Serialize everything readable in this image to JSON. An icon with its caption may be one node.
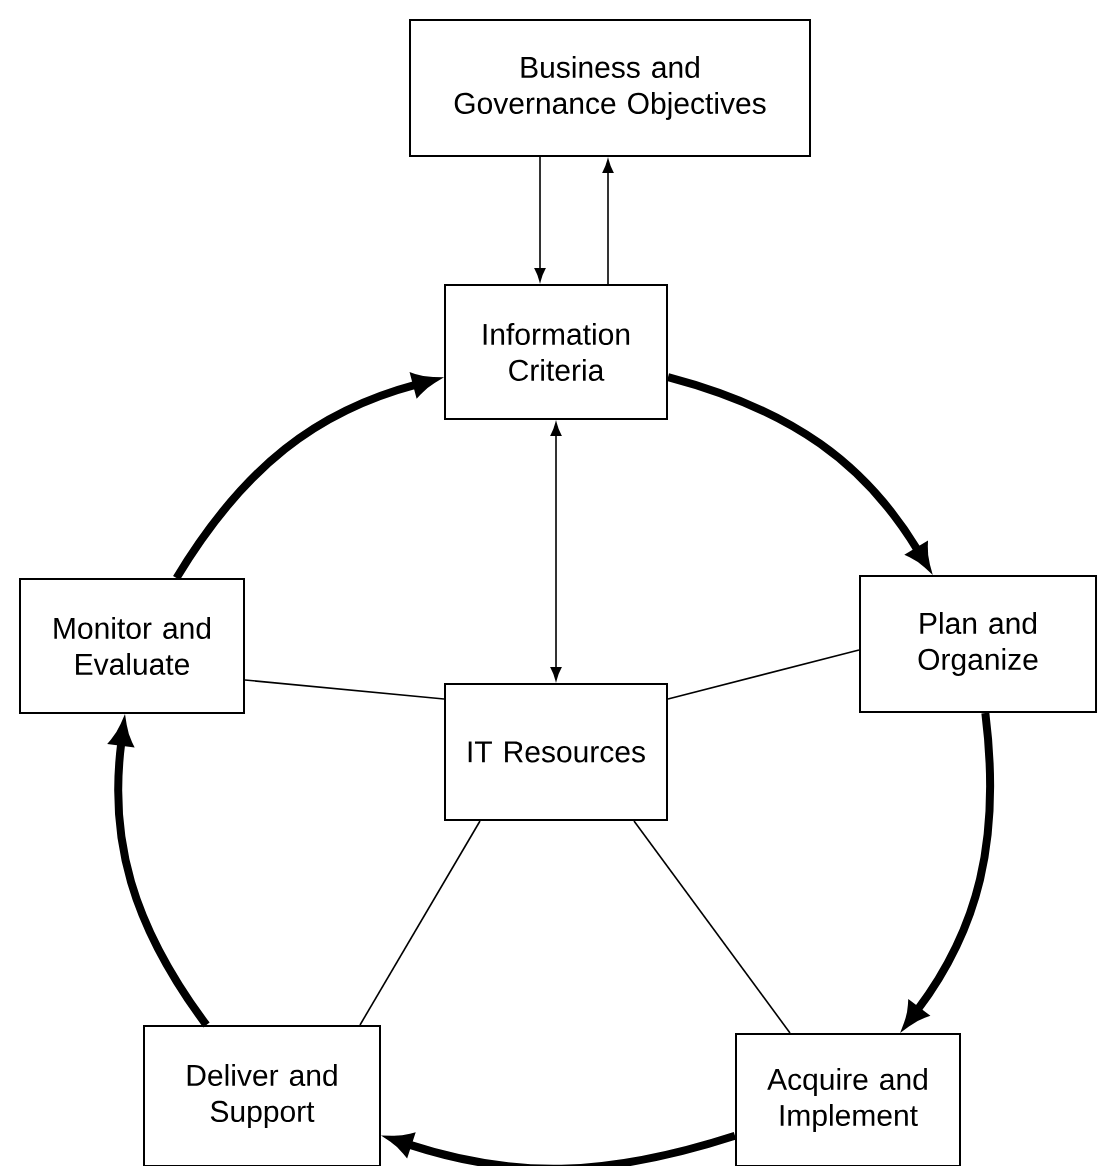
{
  "diagram": {
    "nodes": [
      {
        "text": [
          "Business and Governance Objectives"
        ]
      },
      {
        "text": [
          "Information Criteria"
        ]
      },
      {
        "text": [
          "Plan and Organize"
        ]
      },
      {
        "text": [
          "Acquire and Implement"
        ]
      },
      {
        "text": [
          "Deliver and Support"
        ]
      },
      {
        "text": [
          "Monitor and Evaluate"
        ]
      },
      {
        "text": [
          "IT Resources"
        ]
      }
    ],
    "edges": [
      {
        "from": 0,
        "to": 1,
        "arrow": "to"
      },
      {
        "from": 1,
        "to": 0,
        "arrow": "to"
      },
      {
        "from": 1,
        "to": 6,
        "arrow": "both"
      },
      {
        "from": 6,
        "to": 5,
        "arrow": "none"
      },
      {
        "from": 6,
        "to": 2,
        "arrow": "none"
      },
      {
        "from": 6,
        "to": 4,
        "arrow": "none"
      },
      {
        "from": 6,
        "to": 3,
        "arrow": "none"
      },
      {
        "from": 1,
        "to": 2,
        "arrow": "to",
        "style": "thick"
      },
      {
        "from": 2,
        "to": 3,
        "arrow": "to",
        "style": "thick"
      },
      {
        "from": 3,
        "to": 4,
        "arrow": "to",
        "style": "thick"
      },
      {
        "from": 4,
        "to": 5,
        "arrow": "to",
        "style": "thick"
      },
      {
        "from": 5,
        "to": 1,
        "arrow": "to",
        "style": "thick"
      }
    ]
  }
}
